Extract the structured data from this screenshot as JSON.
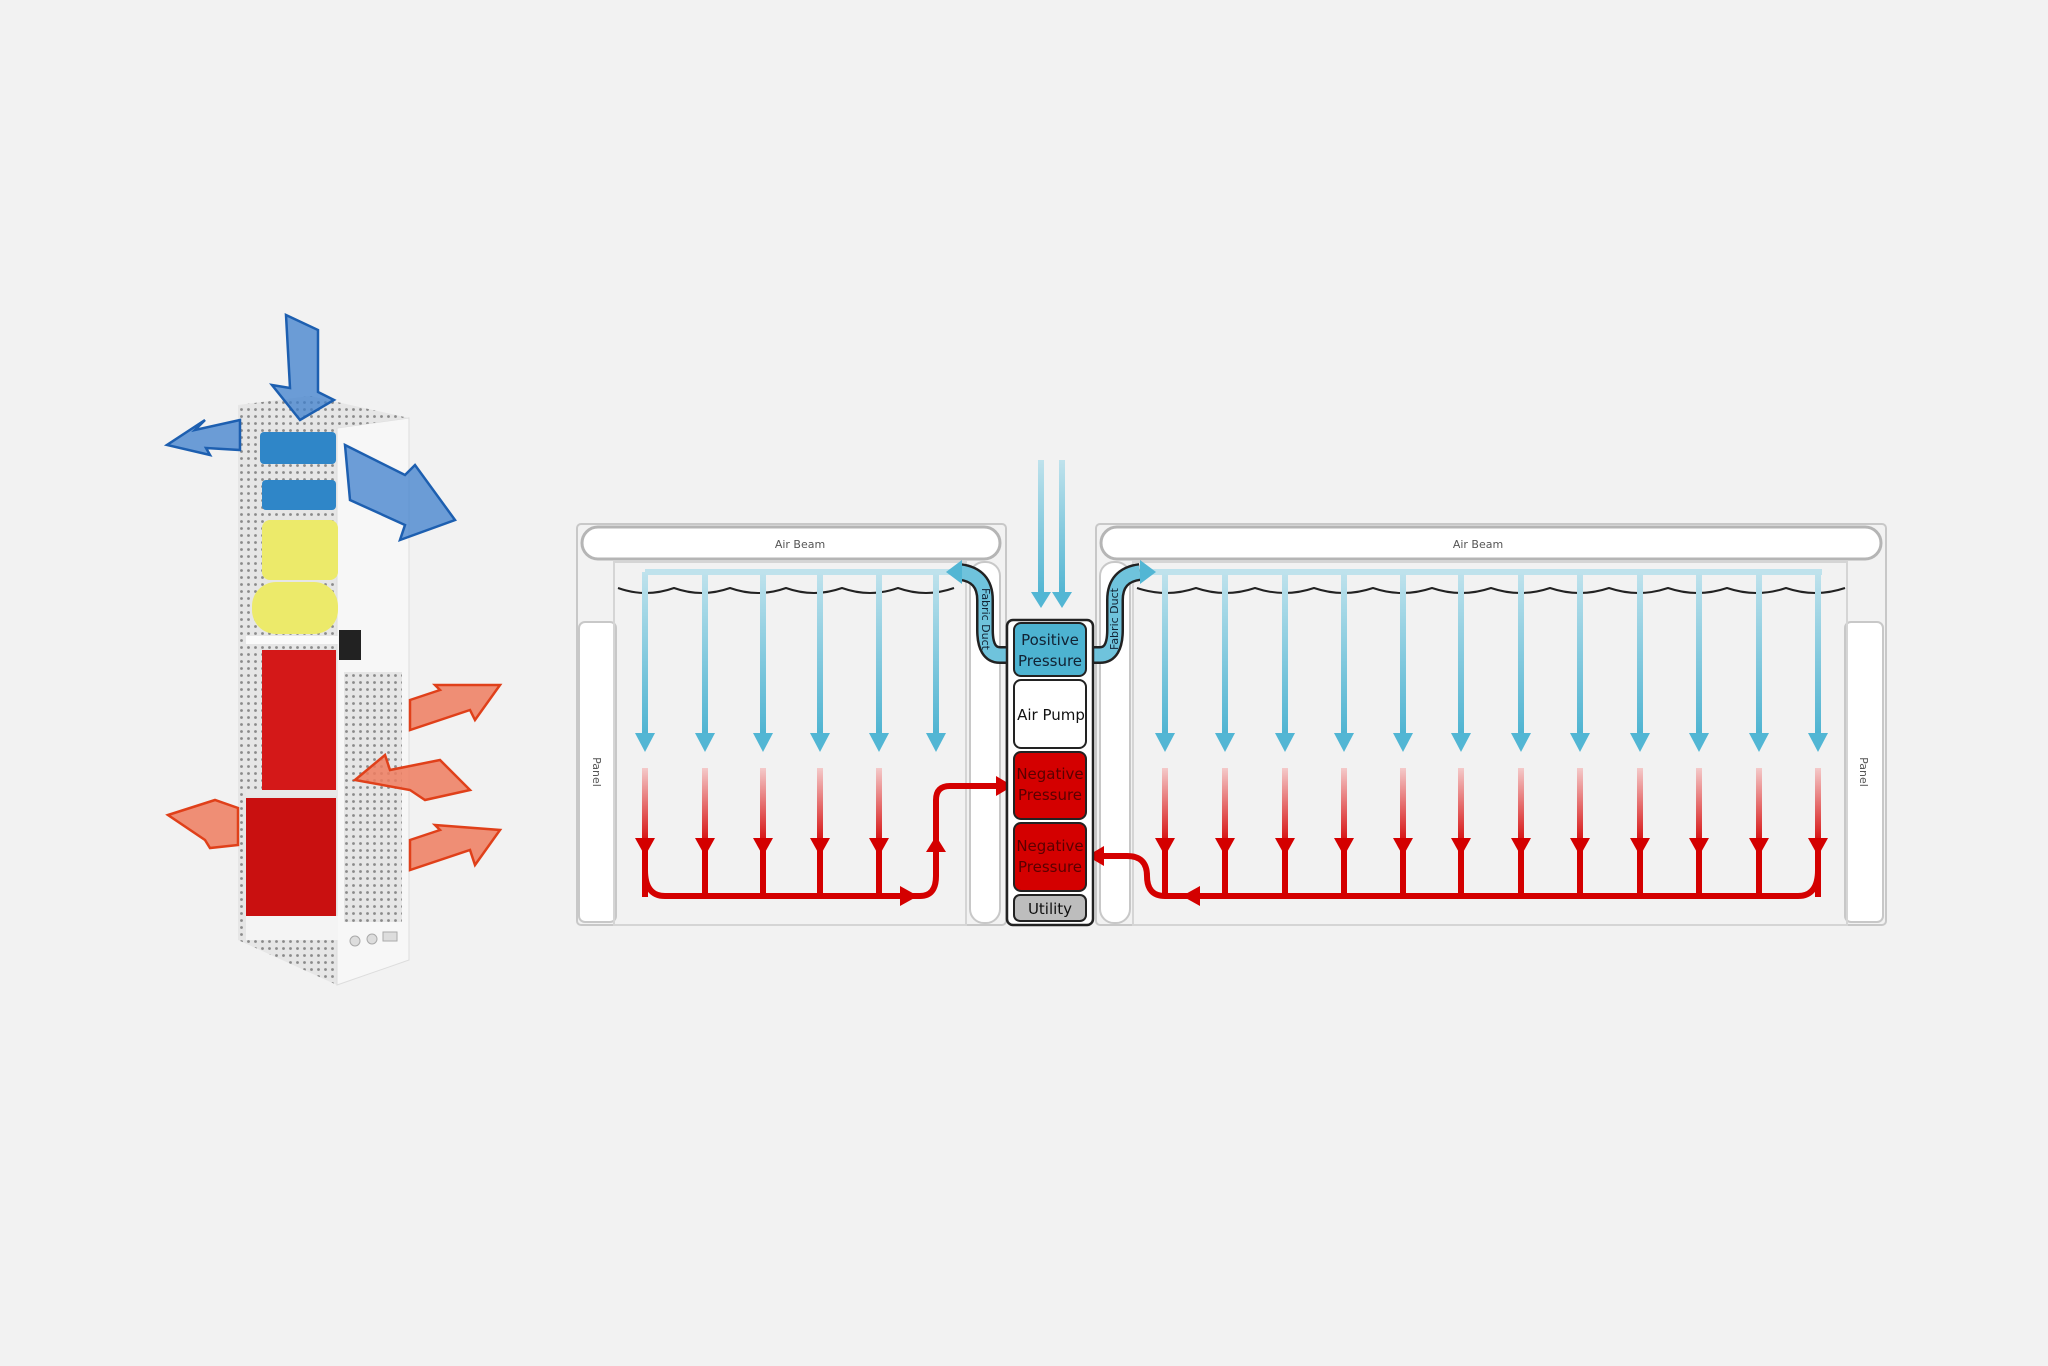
{
  "diagram": {
    "left_room": {
      "air_beam_label": "Air Beam",
      "panel_label": "Panel",
      "duct_label": "Fabric Duct",
      "supply_arrow_count": 6,
      "return_arrow_count": 5
    },
    "right_room": {
      "air_beam_label": "Air Beam",
      "panel_label": "Panel",
      "duct_label": "Fabric Duct",
      "supply_arrow_count": 12,
      "return_arrow_count": 12
    },
    "module": {
      "compartments": [
        {
          "label_line1": "Positive",
          "label_line2": "Pressure",
          "color": "#4db3d1"
        },
        {
          "label_line1": "Air Pump",
          "label_line2": "",
          "color": "#ffffff"
        },
        {
          "label_line1": "Negative",
          "label_line2": "Pressure",
          "color": "#d40000"
        },
        {
          "label_line1": "Negative",
          "label_line2": "Pressure",
          "color": "#d40000"
        },
        {
          "label_line1": "Utility",
          "label_line2": "",
          "color": "#bdbdbd"
        }
      ]
    },
    "colors": {
      "supply": "#52b6d4",
      "return": "#d40000",
      "background": "#f2f2f2"
    }
  }
}
